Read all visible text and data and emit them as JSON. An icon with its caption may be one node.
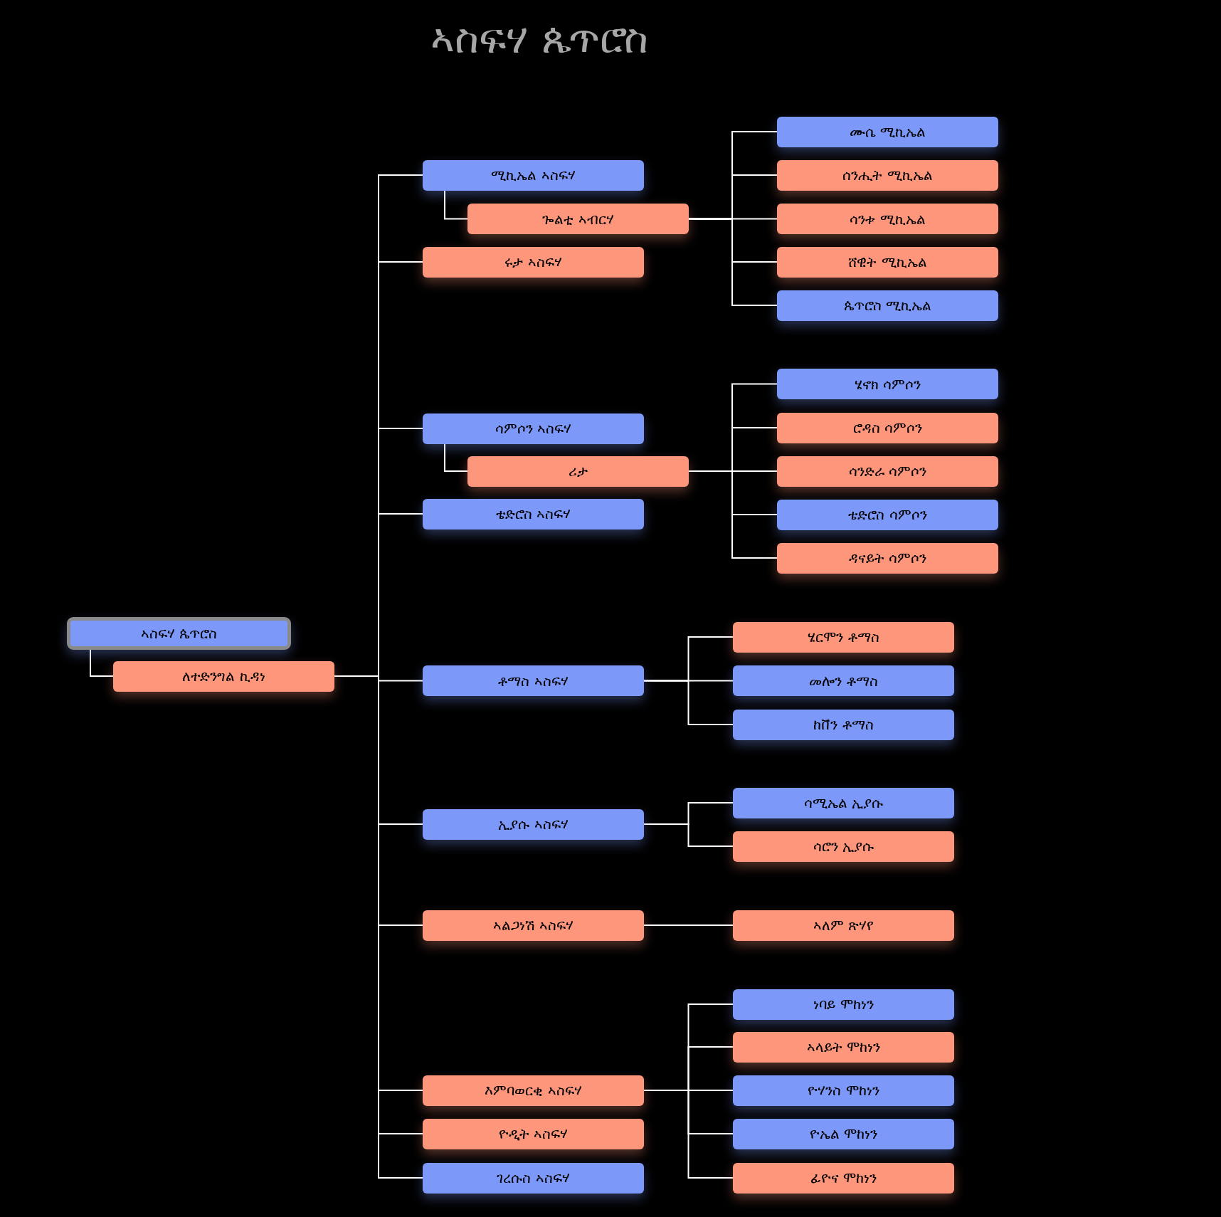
{
  "diagram": {
    "title": "ኣስፍሃ ጴጥሮስ",
    "nodes": [
      {
        "text": [
          "ኣስፍሃ ጴጥሮስ"
        ]
      },
      {
        "text": [
          "ለተድንግል ኪዳነ"
        ]
      },
      {
        "text": [
          "ሚኪኤል ኣስፍሃ"
        ]
      },
      {
        "text": [
          "ጐልቲ ኣብርሃ"
        ]
      },
      {
        "text": [
          "ሙሴ ሚኪኤል"
        ]
      },
      {
        "text": [
          "ሰንሒት ሚኪኤል"
        ]
      },
      {
        "text": [
          "ሳንቱ ሚኪኤል"
        ]
      },
      {
        "text": [
          "ሸዊት ሚኪኤል"
        ]
      },
      {
        "text": [
          "ጴጥሮስ ሚኪኤል"
        ]
      },
      {
        "text": [
          "ሩታ ኣስፍሃ"
        ]
      },
      {
        "text": [
          "ሳምሶን ኣስፍሃ"
        ]
      },
      {
        "text": [
          "ሪታ"
        ]
      },
      {
        "text": [
          "ሄኖክ ሳምሶን"
        ]
      },
      {
        "text": [
          "ሮዳስ ሳምሶን"
        ]
      },
      {
        "text": [
          "ሳንድራ ሳምሶን"
        ]
      },
      {
        "text": [
          "ቴድሮስ ሳምሶን"
        ]
      },
      {
        "text": [
          "ዳናይት ሳምሶን"
        ]
      },
      {
        "text": [
          "ቴድሮስ ኣስፍሃ"
        ]
      },
      {
        "text": [
          "ቶማስ ኣስፍሃ"
        ]
      },
      {
        "text": [
          "ሄርሞን ቶማስ"
        ]
      },
      {
        "text": [
          "መሎን ቶማስ"
        ]
      },
      {
        "text": [
          "ከቨን ቶማስ"
        ]
      },
      {
        "text": [
          "ኢያሱ ኣስፍሃ"
        ]
      },
      {
        "text": [
          "ሳሚኤል ኢያሱ"
        ]
      },
      {
        "text": [
          "ሳሮን ኢያሱ"
        ]
      },
      {
        "text": [
          "ኣልጋነሽ ኣስፍሃ"
        ]
      },
      {
        "text": [
          "ኣለም ጽሃየ"
        ]
      },
      {
        "text": [
          "እምባወርቂ ኣስፍሃ"
        ]
      },
      {
        "text": [
          "ነባይ ሞከነን"
        ]
      },
      {
        "text": [
          "ኣላይት ሞከነን"
        ]
      },
      {
        "text": [
          "ዮሃንስ ሞከነን"
        ]
      },
      {
        "text": [
          "ዮኤል ሞከነን"
        ]
      },
      {
        "text": [
          "ፊዮና ሞከነን"
        ]
      },
      {
        "text": [
          "ዮዲት ኣስፍሃ"
        ]
      },
      {
        "text": [
          "ገረሱስ ኣስፍሃ"
        ]
      }
    ],
    "edges": [
      {
        "from": 0,
        "to": 1,
        "arrow": "none"
      },
      {
        "from": 1,
        "to": 2,
        "arrow": "none"
      },
      {
        "from": 2,
        "to": 3,
        "arrow": "none"
      },
      {
        "from": 3,
        "to": 4,
        "arrow": "none"
      },
      {
        "from": 3,
        "to": 5,
        "arrow": "none"
      },
      {
        "from": 3,
        "to": 6,
        "arrow": "none"
      },
      {
        "from": 3,
        "to": 7,
        "arrow": "none"
      },
      {
        "from": 3,
        "to": 8,
        "arrow": "none"
      },
      {
        "from": 1,
        "to": 9,
        "arrow": "none"
      },
      {
        "from": 1,
        "to": 10,
        "arrow": "none"
      },
      {
        "from": 10,
        "to": 11,
        "arrow": "none"
      },
      {
        "from": 11,
        "to": 12,
        "arrow": "none"
      },
      {
        "from": 11,
        "to": 13,
        "arrow": "none"
      },
      {
        "from": 11,
        "to": 14,
        "arrow": "none"
      },
      {
        "from": 11,
        "to": 15,
        "arrow": "none"
      },
      {
        "from": 11,
        "to": 16,
        "arrow": "none"
      },
      {
        "from": 1,
        "to": 17,
        "arrow": "none"
      },
      {
        "from": 1,
        "to": 18,
        "arrow": "none"
      },
      {
        "from": 18,
        "to": 19,
        "arrow": "none"
      },
      {
        "from": 18,
        "to": 20,
        "arrow": "none"
      },
      {
        "from": 18,
        "to": 21,
        "arrow": "none"
      },
      {
        "from": 1,
        "to": 22,
        "arrow": "none"
      },
      {
        "from": 22,
        "to": 23,
        "arrow": "none"
      },
      {
        "from": 22,
        "to": 24,
        "arrow": "none"
      },
      {
        "from": 1,
        "to": 25,
        "arrow": "none"
      },
      {
        "from": 25,
        "to": 26,
        "arrow": "none"
      },
      {
        "from": 1,
        "to": 27,
        "arrow": "none"
      },
      {
        "from": 27,
        "to": 28,
        "arrow": "none"
      },
      {
        "from": 27,
        "to": 29,
        "arrow": "none"
      },
      {
        "from": 27,
        "to": 30,
        "arrow": "none"
      },
      {
        "from": 27,
        "to": 31,
        "arrow": "none"
      },
      {
        "from": 27,
        "to": 32,
        "arrow": "none"
      },
      {
        "from": 1,
        "to": 33,
        "arrow": "none"
      },
      {
        "from": 1,
        "to": 34,
        "arrow": "none"
      }
    ]
  }
}
